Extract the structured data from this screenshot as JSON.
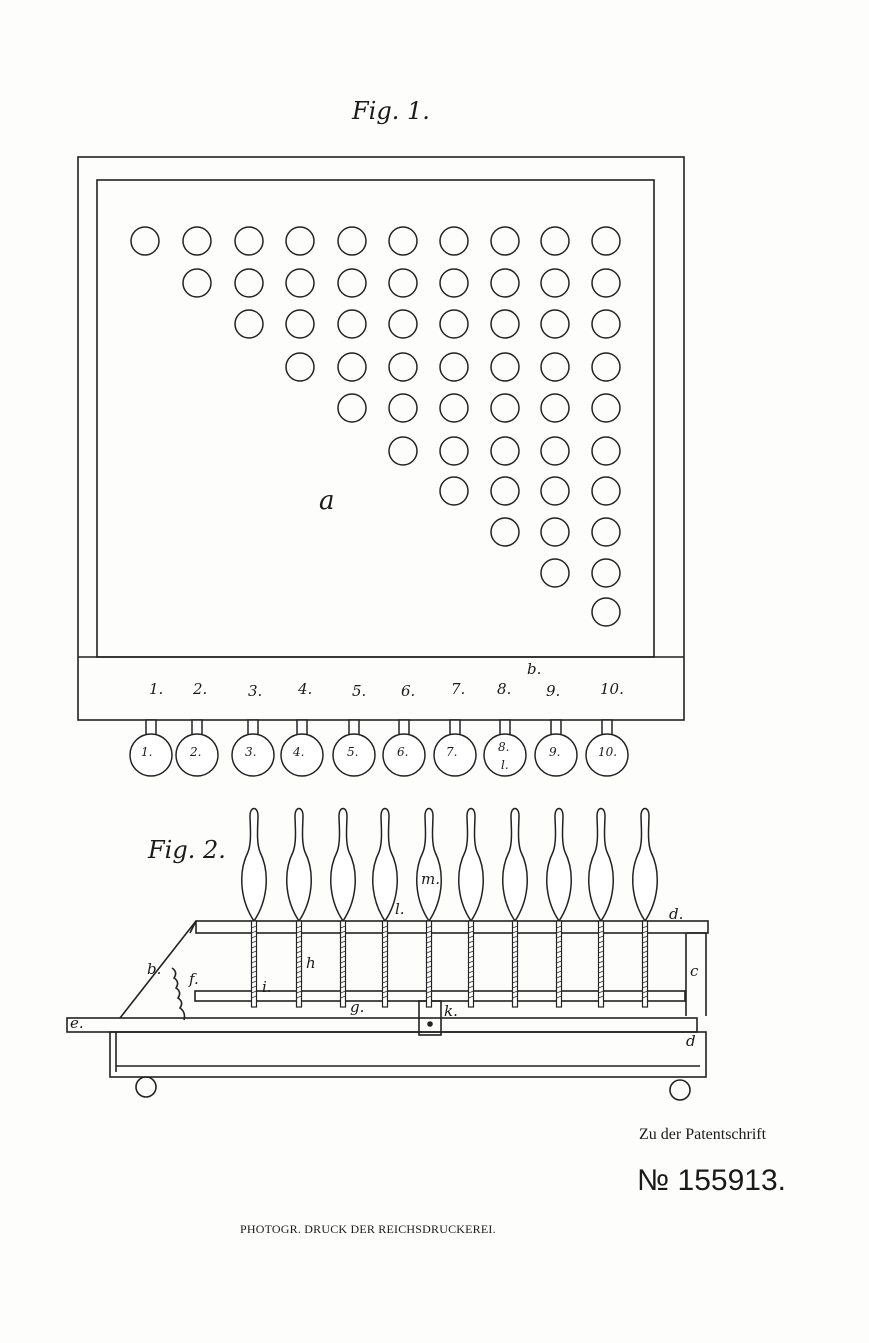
{
  "fig1": {
    "title": "Fig. 1.",
    "board_label": "a",
    "rail_label": "b.",
    "numbers": [
      "1.",
      "2.",
      "3.",
      "4.",
      "5.",
      "6.",
      "7.",
      "8.",
      "9.",
      "10."
    ],
    "knob_numbers": [
      "1.",
      "2.",
      "3.",
      "4.",
      "5.",
      "6.",
      "7.",
      "8.",
      "9.",
      "10."
    ],
    "knob_extra_label": "l."
  },
  "fig2": {
    "title": "Fig. 2.",
    "labels": {
      "pin": "m.",
      "spring": "l.",
      "top_board": "d.",
      "side": "c",
      "leg": "d",
      "rod": "h",
      "bar_i": "i.",
      "bar_g": "g.",
      "bracket": "k.",
      "ramp": "b.",
      "spring_f": "f.",
      "base": "e."
    }
  },
  "footer": {
    "caption": "Zu der Patentschrift",
    "patent_number": "№ 155913.",
    "imprint": "PHOTOGR. DRUCK DER REICHSDRUCKEREI."
  }
}
